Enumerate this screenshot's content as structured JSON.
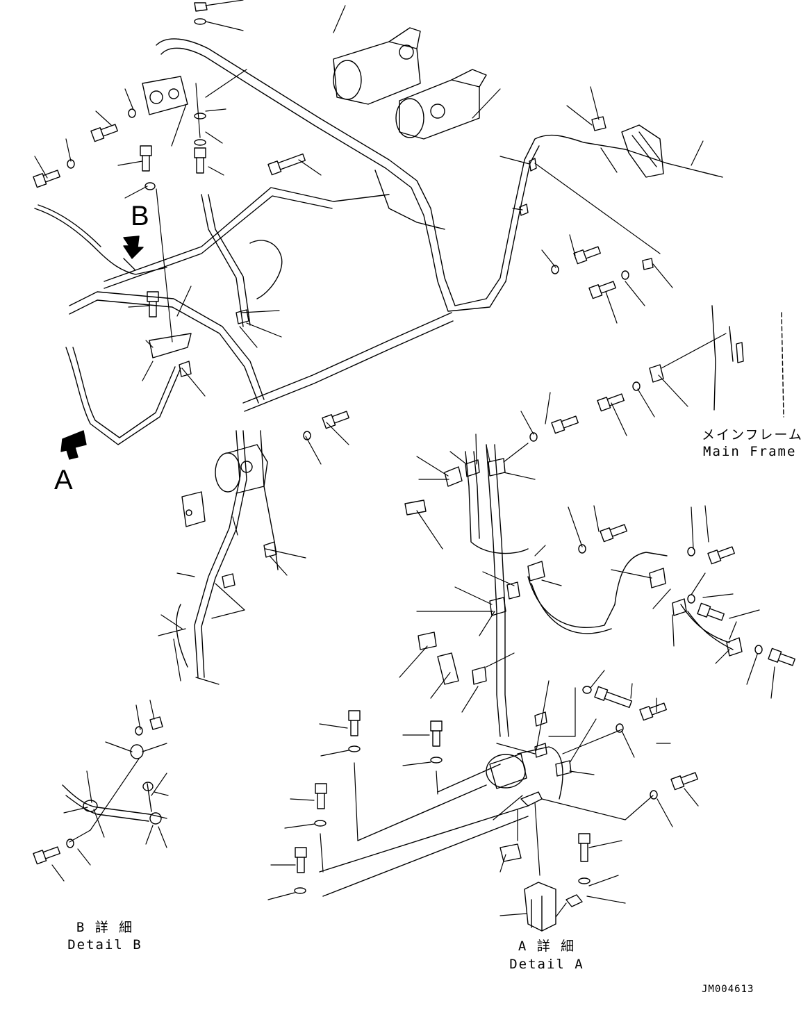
{
  "view_labels": {
    "a": "A",
    "b": "B"
  },
  "captions": {
    "main_frame_jp": "メインフレーム",
    "main_frame_en": "Main Frame",
    "detail_b_jp": "B 詳 細",
    "detail_b_en": "Detail B",
    "detail_a_jp": "A 詳 細",
    "detail_a_en": "Detail A"
  },
  "drawing_number": "JM004613",
  "colors": {
    "line": "#000000",
    "background": "#ffffff"
  },
  "icons": [
    "arrow-a-icon",
    "arrow-b-icon"
  ]
}
